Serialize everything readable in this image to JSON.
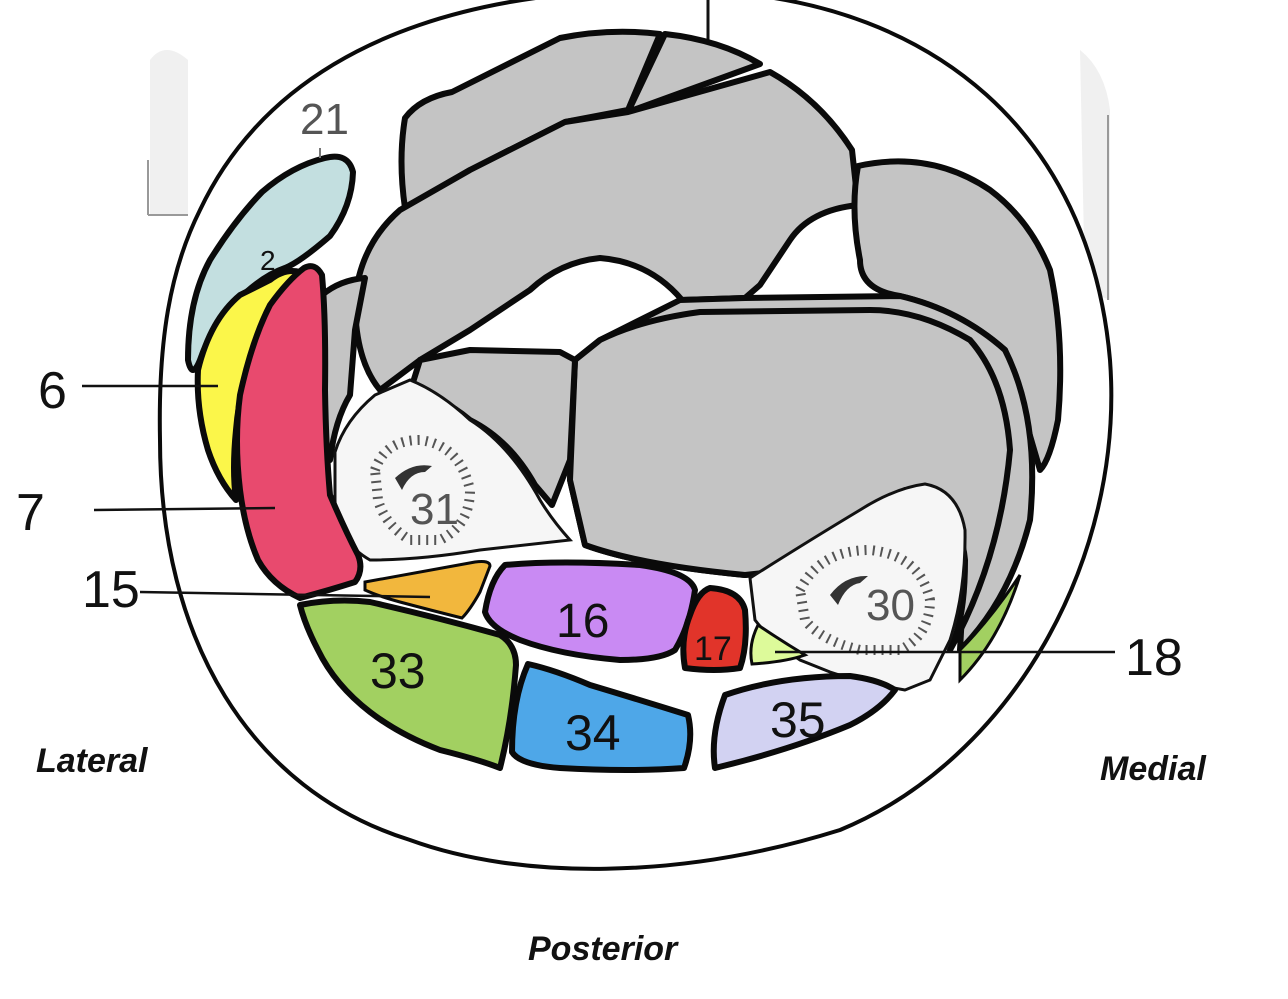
{
  "labels": {
    "l6": "6",
    "l7": "7",
    "l15": "15",
    "l16": "16",
    "l17": "17",
    "l18": "18",
    "l21": "21",
    "l2": "2",
    "l30": "30",
    "l31": "31",
    "l33": "33",
    "l34": "34",
    "l35": "35"
  },
  "orientation": {
    "lateral": "Lateral",
    "medial": "Medial",
    "posterior": "Posterior"
  },
  "colors": {
    "muscle_2": "#c3dfe0",
    "muscle_6": "#fbf64a",
    "muscle_7": "#e84a6e",
    "muscle_15": "#f2b73d",
    "muscle_16": "#c98af3",
    "muscle_17": "#e1342a",
    "muscle_18": "#ddfa9a",
    "muscle_33": "#a2d061",
    "muscle_34": "#4ea7e8",
    "muscle_35": "#d2d2f2",
    "grey_muscle": "#c4c4c4"
  }
}
